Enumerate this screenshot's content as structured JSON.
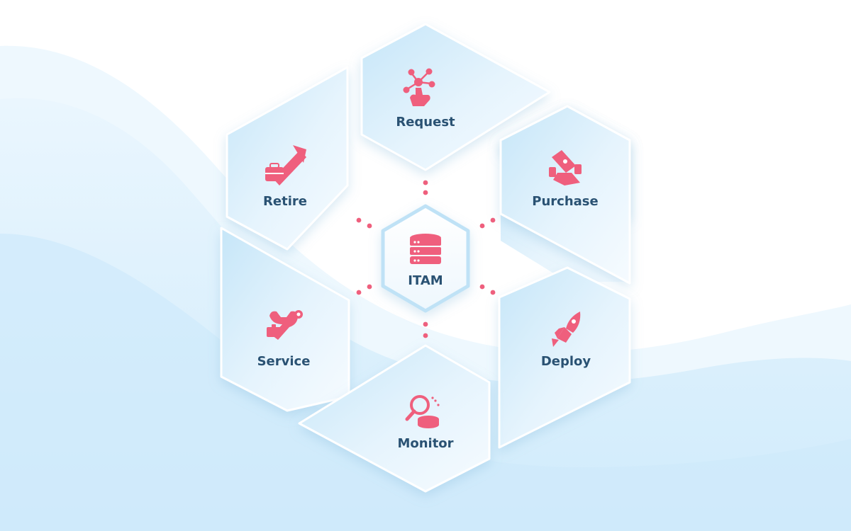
{
  "center": {
    "label": "ITAM",
    "icon": "database-icon"
  },
  "stages": [
    {
      "id": "request",
      "label": "Request",
      "icon": "network-hand-icon"
    },
    {
      "id": "purchase",
      "label": "Purchase",
      "icon": "cash-handshake-icon"
    },
    {
      "id": "deploy",
      "label": "Deploy",
      "icon": "rocket-icon"
    },
    {
      "id": "monitor",
      "label": "Monitor",
      "icon": "magnifier-disk-icon"
    },
    {
      "id": "service",
      "label": "Service",
      "icon": "wrench-gear-icon"
    },
    {
      "id": "retire",
      "label": "Retire",
      "icon": "briefcase-arrow-icon"
    }
  ],
  "colors": {
    "accent": "#ef5f7d",
    "label": "#2a5273",
    "tile_light": "#f3faff",
    "tile_dark": "#c4e4f7",
    "background_wave": "#d2ecfb"
  }
}
